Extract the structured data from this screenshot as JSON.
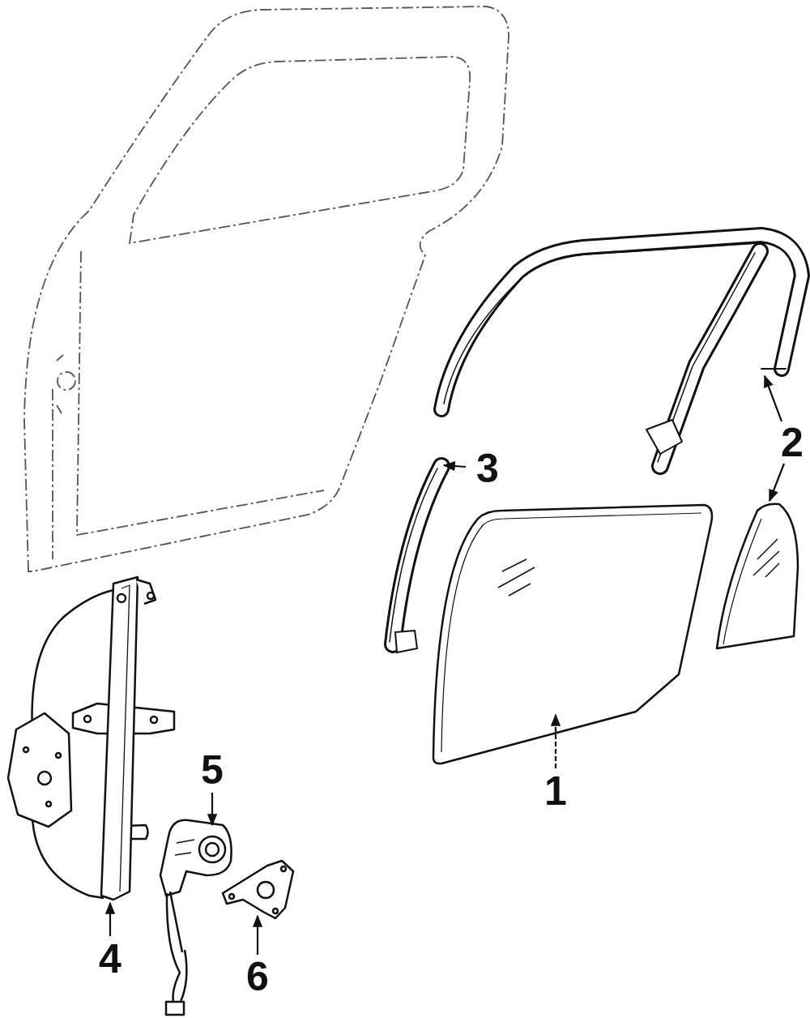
{
  "diagram": {
    "labels": [
      "2",
      "3",
      "5",
      "1",
      "4",
      "6"
    ]
  }
}
